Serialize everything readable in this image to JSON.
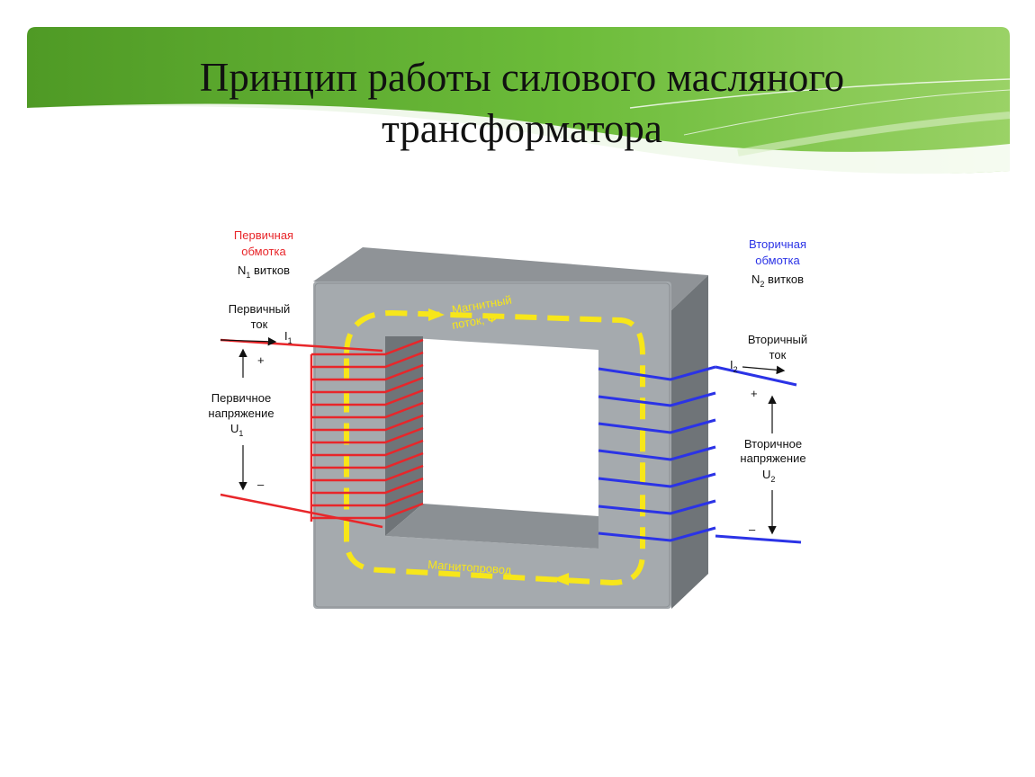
{
  "slide": {
    "title_line1": "Принцип работы силового масляного",
    "title_line2": "трансформатора"
  },
  "diagram": {
    "primary_winding": {
      "line1": "Первичная",
      "line2": "обмотка",
      "turns_symbol": "N",
      "turns_sub": "1",
      "turns_text": "витков"
    },
    "primary_current": {
      "line1": "Первичный",
      "line2": "ток",
      "symbol": "I",
      "sub": "1"
    },
    "primary_voltage": {
      "line1": "Первичное",
      "line2": "напряжение",
      "symbol": "U",
      "sub": "1",
      "plus": "+",
      "minus": "–"
    },
    "magnetic_flux": {
      "line1": "Магнитный",
      "line2": "поток,",
      "symbol": "Ф"
    },
    "core_label": "Магнитопровод",
    "secondary_winding": {
      "line1": "Вторичная",
      "line2": "обмотка",
      "turns_symbol": "N",
      "turns_sub": "2",
      "turns_text": "витков"
    },
    "secondary_current": {
      "line1": "Вторичный",
      "line2": "ток",
      "symbol": "I",
      "sub": "2"
    },
    "secondary_voltage": {
      "line1": "Вторичное",
      "line2": "напряжение",
      "symbol": "U",
      "sub": "2",
      "plus": "+",
      "minus": "–"
    },
    "colors": {
      "primary": "#e8262a",
      "secondary": "#2b33e6",
      "flux": "#f7e61a",
      "core": "#a3a8ad",
      "banner": "#6dbb3f"
    }
  }
}
